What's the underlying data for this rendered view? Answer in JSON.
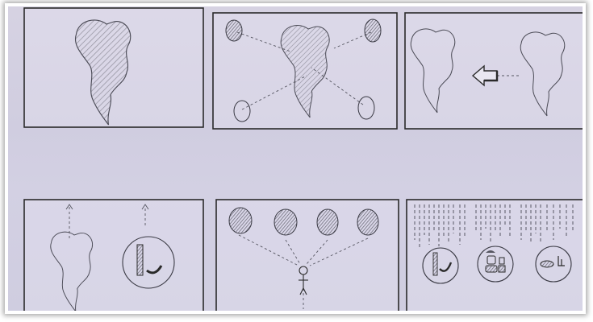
{
  "colors": {
    "paper": "#d3d0e2",
    "ink": "#2a2a2a",
    "pencil": "#4a4a55",
    "frame": "#ffffff"
  },
  "storyboard": {
    "panels": [
      {
        "name": "panel-country-map",
        "icon": "country-map-icon"
      },
      {
        "name": "panel-map-with-points",
        "icon": "map-connections-icon"
      },
      {
        "name": "panel-map-arrow-move",
        "icon": "arrow-left-icon"
      },
      {
        "name": "panel-map-to-hand-pump",
        "icon": "hand-pump-icon"
      },
      {
        "name": "panel-person-choices",
        "icon": "person-icon"
      },
      {
        "name": "panel-rain-resources",
        "icon": "rain-icon"
      }
    ]
  }
}
